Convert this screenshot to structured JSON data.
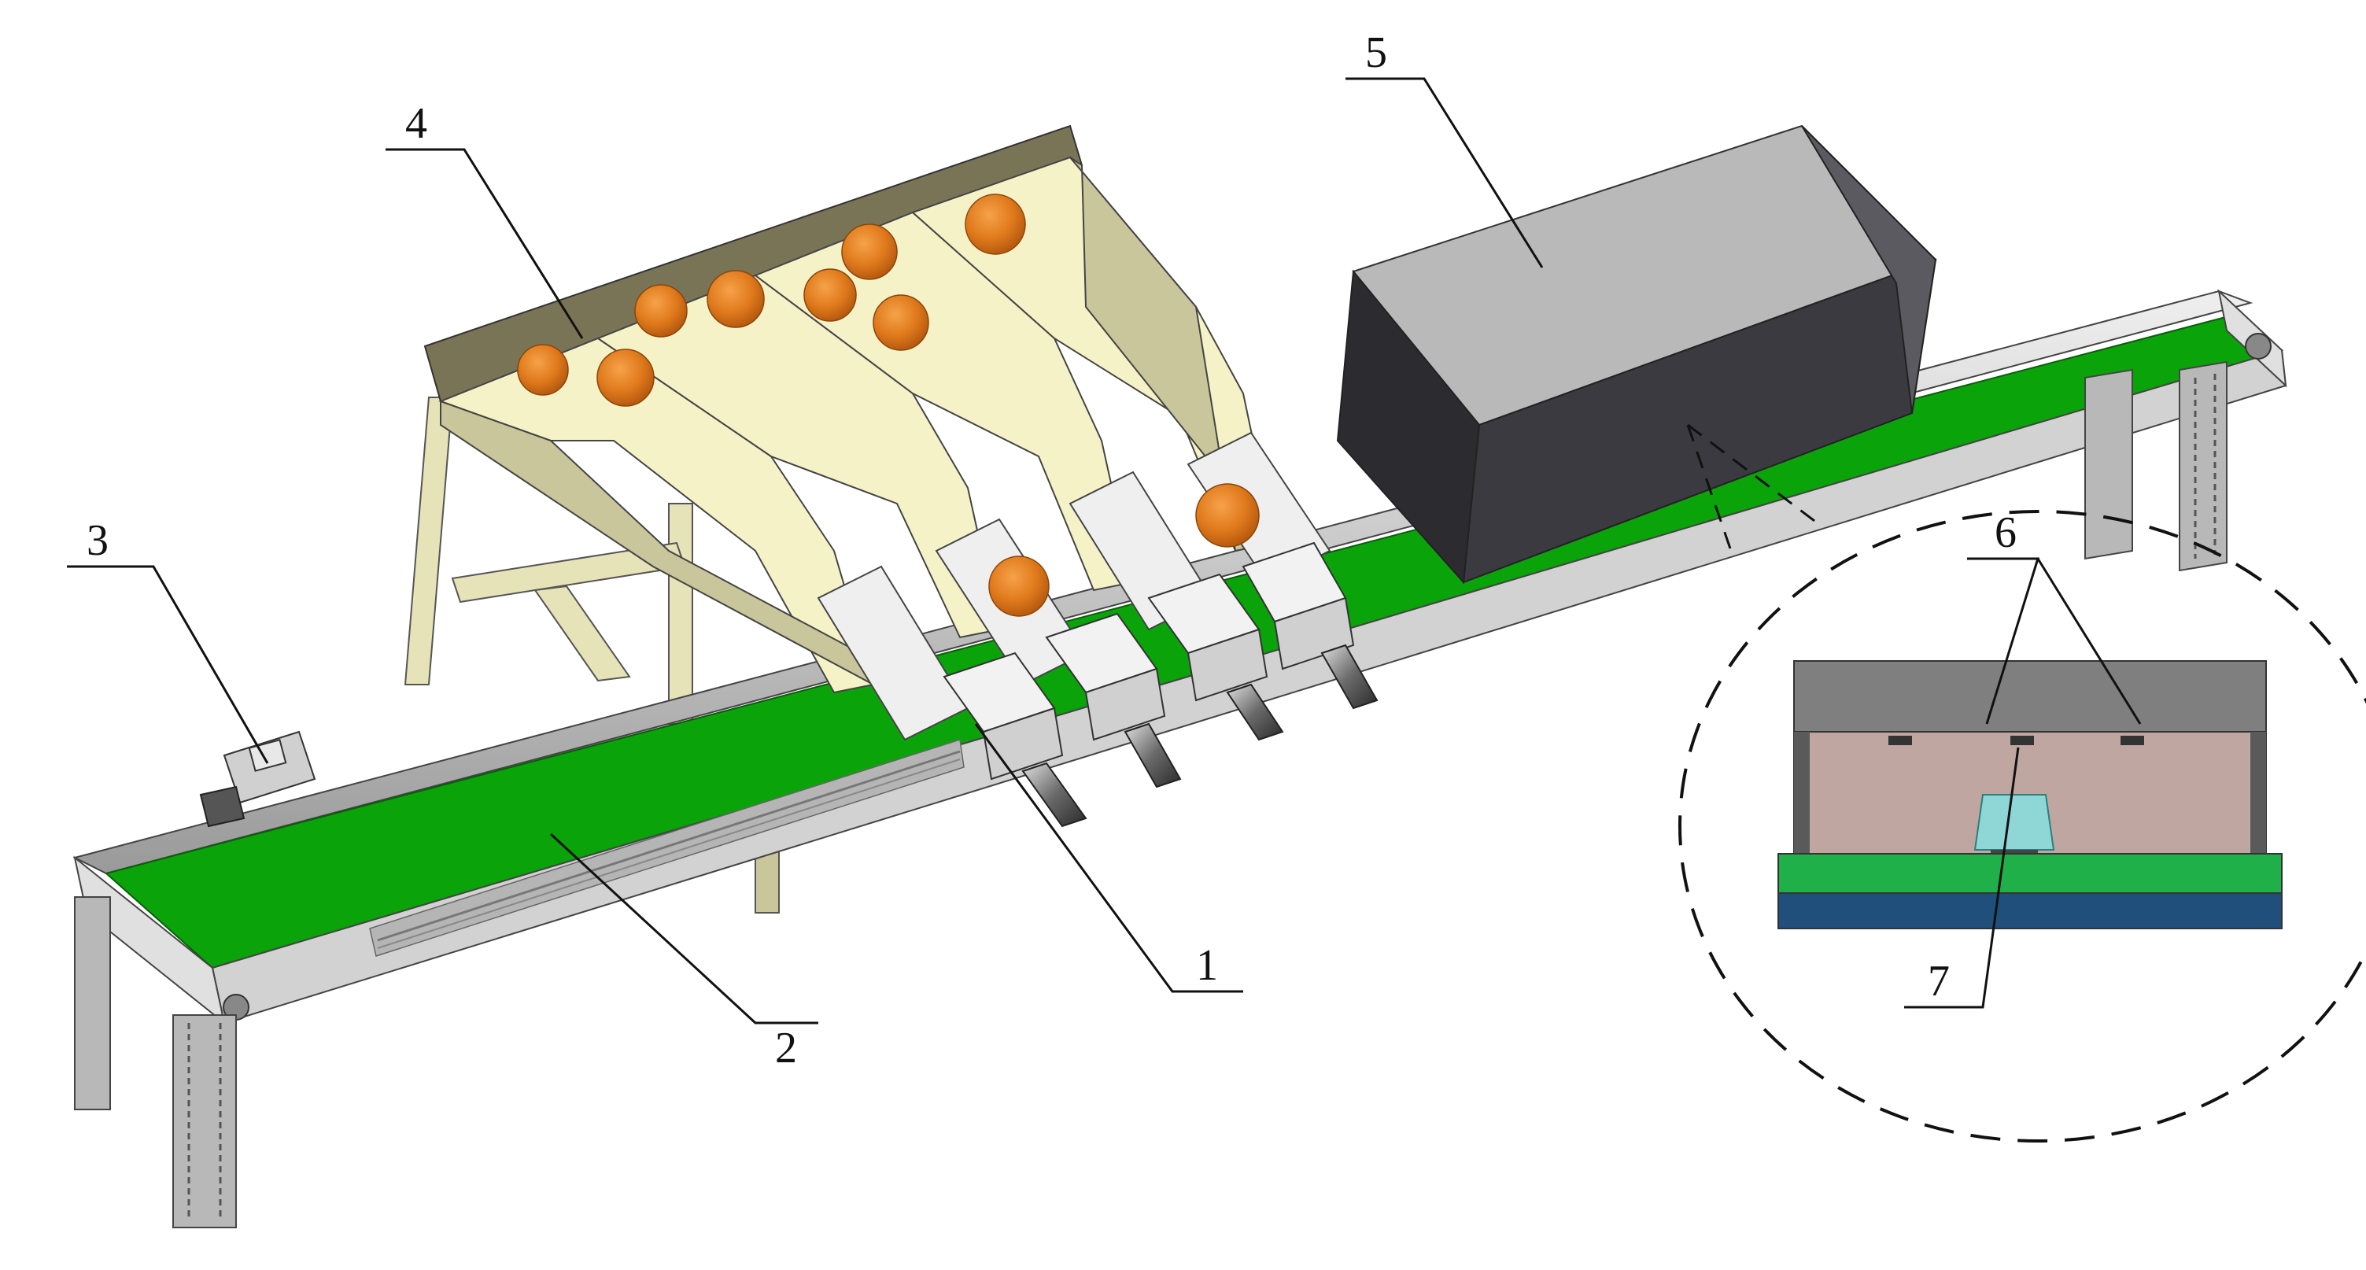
{
  "callouts": {
    "c1": "1",
    "c2": "2",
    "c3": "3",
    "c4": "4",
    "c5": "5",
    "c6": "6",
    "c7": "7"
  },
  "colors": {
    "belt": "#0aa30a",
    "frame": "#c8c8c8",
    "hopper": "#d8d6ae",
    "hopper_inner": "#f6f2c8",
    "fruit": "#e07a1c",
    "box_top": "#b9b9b9",
    "box_side": "#3a3a40",
    "lines": "#111111"
  },
  "icons": [
    "fruit-icon",
    "camera-box-icon",
    "conveyor-belt-icon",
    "hopper-icon",
    "pusher-cylinder-icon"
  ]
}
